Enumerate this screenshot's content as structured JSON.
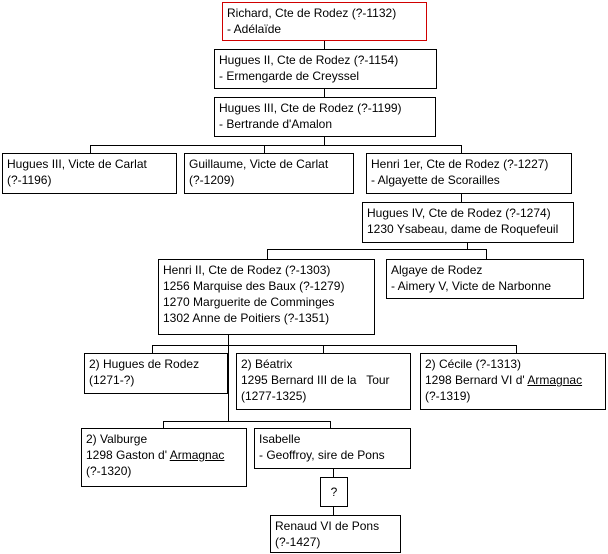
{
  "nodes": [
    {
      "id": "richard",
      "lines": [
        "Richard, Cte de Rodez (?-1132)",
        "- Adélaïde"
      ],
      "highlight": true
    },
    {
      "id": "hugues2",
      "lines": [
        "Hugues II, Cte de Rodez (?-1154)",
        "- Ermengarde de Creyssel"
      ]
    },
    {
      "id": "hugues3",
      "lines": [
        "Hugues III, Cte de Rodez (?-1199)",
        "- Bertrande d'Amalon"
      ]
    },
    {
      "id": "hugues3carlat",
      "lines": [
        "Hugues III, Victe de Carlat",
        "(?-1196)"
      ]
    },
    {
      "id": "guillaume",
      "lines": [
        "Guillaume, Victe de Carlat",
        "(?-1209)"
      ]
    },
    {
      "id": "henri1",
      "lines": [
        "Henri 1er, Cte de Rodez (?-1227)",
        "- Algayette de Scorailles"
      ]
    },
    {
      "id": "hugues4",
      "lines": [
        "Hugues IV, Cte de Rodez (?-1274)",
        "1230 Ysabeau, dame de Roquefeuil"
      ]
    },
    {
      "id": "henri2",
      "lines": [
        "Henri II, Cte de Rodez (?-1303)",
        "1256 Marquise des Baux (?-1279)",
        "1270 Marguerite de Comminges",
        "1302 Anne de Poitiers (?-1351)"
      ]
    },
    {
      "id": "algaye",
      "lines": [
        "Algaye de Rodez",
        "- Aimery V, Victe de Narbonne"
      ]
    },
    {
      "id": "hugues_rodez",
      "lines": [
        "2) Hugues de Rodez",
        "(1271-?)"
      ]
    },
    {
      "id": "beatrix",
      "lines": [
        "2) Béatrix",
        "1295 Bernard III de la   Tour",
        "(1277-1325)"
      ]
    },
    {
      "id": "cecile",
      "lines": [
        "2) Cécile (?-1313)",
        "1298 Bernard VI d' Armagnac",
        "(?-1319)"
      ]
    },
    {
      "id": "valburge",
      "lines": [
        "2) Valburge",
        "1298 Gaston d' Armagnac",
        "(?-1320)"
      ]
    },
    {
      "id": "isabelle",
      "lines": [
        "Isabelle",
        "- Geoffroy, sire de Pons"
      ]
    },
    {
      "id": "unknown",
      "lines": [
        "?"
      ]
    },
    {
      "id": "renaud",
      "lines": [
        "Renaud VI de Pons",
        "(?-1427)"
      ]
    }
  ]
}
